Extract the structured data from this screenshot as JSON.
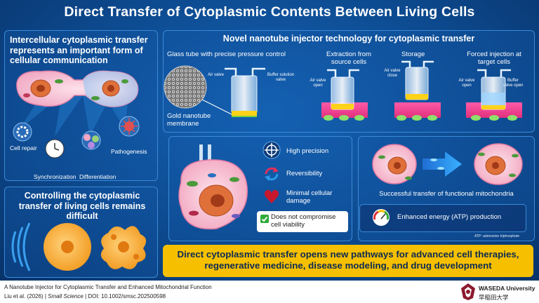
{
  "title": "Direct Transfer of Cytoplasmic Contents Between Living Cells",
  "left_top": {
    "heading": "Intercellular cytoplasmic transfer represents an important form of cellular communication",
    "labels": {
      "cell_repair": "Cell repair",
      "synchronization": "Synchronization",
      "differentiation": "Differentiation",
      "pathogenesis": "Pathogenesis"
    }
  },
  "left_bottom": {
    "heading": "Controlling the cytoplasmic transfer of living cells remains difficult"
  },
  "tech": {
    "heading": "Novel nanotube injector technology for cytoplasmic transfer",
    "glass_tube": "Glass tube with precise pressure control",
    "air_valve": "Air valve",
    "buffer_valve": "Buffer solution valve",
    "membrane": "Gold nanotube membrane",
    "extraction": "Extraction from source cells",
    "storage": "Storage",
    "forced": "Forced injection at target cells",
    "air_valve_open": "Air valve open",
    "air_valve_close": "Air valve close",
    "buffer_valve_open": "Buffer valve open"
  },
  "features": {
    "high_precision": "High precision",
    "reversibility": "Reversibility",
    "minimal_damage": "Minimal cellular damage",
    "viability": "Does not compromise cell viability"
  },
  "results": {
    "transfer": "Successful transfer of functional mitochondria",
    "atp": "Enhanced energy (ATP) production",
    "atp_note": "ATP: adenosine triphosphate"
  },
  "banner": "Direct cytoplasmic transfer opens new pathways for advanced cell therapies, regenerative medicine, disease modeling, and drug development",
  "citation": {
    "line1": "A Nanotube Injector for Cytoplasmic Transfer and Enhanced Mitochondrial Function",
    "authors": "Liu et al. (2026)",
    "journal": "Small Science",
    "doi": "DOI: 10.1002/smsc.202500598"
  },
  "logo": {
    "name": "WASEDA University",
    "jp": "早稲田大学"
  },
  "colors": {
    "background": "#0d4a8f",
    "panel_border": "#3a8ad8",
    "banner": "#f6c000",
    "cell_fill": "#f5c6d6",
    "nucleus": "#e0703a"
  }
}
